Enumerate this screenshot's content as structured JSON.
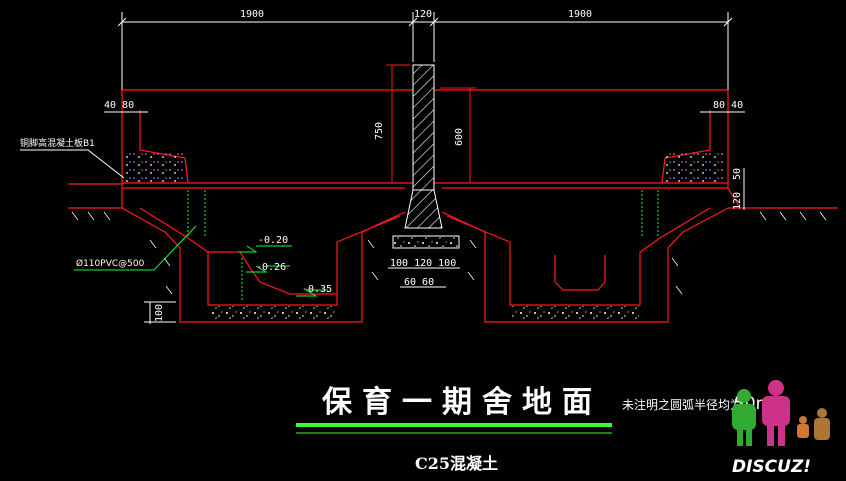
{
  "dimensions": {
    "top_left": "1900",
    "top_center": "120",
    "top_right": "1900",
    "left_small": "40 80",
    "right_small": "80 40",
    "wall_height_left": "750",
    "wall_height_right": "600",
    "right_side_a": "120",
    "right_side_b": "50",
    "left_bottom": "100",
    "foundation_top": "100 120 100",
    "foundation_bottom": "60  60"
  },
  "levels": {
    "level_1": "-0.20",
    "level_2": "-0.26",
    "level_3": "-0.35"
  },
  "notes": {
    "material_note": "铜脚高混凝土板B1",
    "pipe_note": "Ø110PVC@500"
  },
  "title": {
    "main": "保育一期舍地面",
    "material": "C25混凝土",
    "remark_prefix": "未注明之圆弧半径均为",
    "remark_value": "50mm"
  },
  "watermark": {
    "text": "DISCUZ!"
  },
  "colors": {
    "outline": "#ff1a1a",
    "dimension": "#ffffff",
    "pipe": "#00ff33",
    "title_bar": "#33ff33",
    "background": "#000000"
  }
}
